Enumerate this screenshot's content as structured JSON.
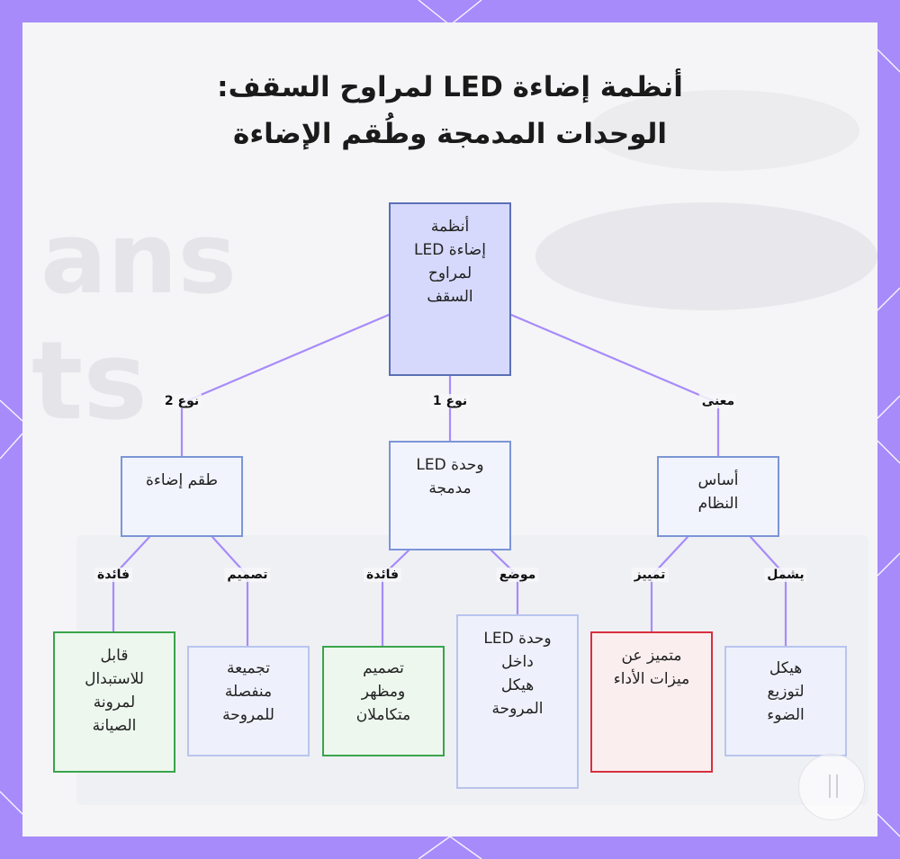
{
  "title": {
    "line1": "أنظمة إضاءة LED لمراوح السقف:",
    "line2": "الوحدات المدمجة وطُقم الإضاءة"
  },
  "nodes": {
    "root": [
      "أنظمة",
      "إضاءة LED",
      "لمراوح",
      "السقف"
    ],
    "basis": [
      "أساس",
      "النظام"
    ],
    "integrated": [
      "وحدة LED",
      "مدمجة"
    ],
    "kit": [
      "طقم إضاءة"
    ],
    "frame": [
      "هيكل",
      "لتوزيع",
      "الضوء"
    ],
    "distinct": [
      "متميز عن",
      "ميزات الأداء"
    ],
    "inside": [
      "وحدة LED",
      "داخل",
      "هيكل",
      "المروحة"
    ],
    "design_integrated": [
      "تصميم",
      "ومظهر",
      "متكاملان"
    ],
    "separate": [
      "تجميعة",
      "منفصلة",
      "للمروحة"
    ],
    "replaceable": [
      "قابل",
      "للاستبدال",
      "لمرونة",
      "الصيانة"
    ]
  },
  "edge_labels": {
    "meaning": "معنى",
    "type1": "نوع 1",
    "type2": "نوع 2",
    "includes": "يشمل",
    "distinction": "تمييز",
    "position": "موضع",
    "benefit_integrated": "فائدة",
    "design": "تصميم",
    "benefit_kit": "فائدة"
  },
  "colors": {
    "frame": "#a78bfa",
    "card": "#f7f7f9",
    "edge": "#a78bfa",
    "root_fill": "#d6d9fb",
    "green_border": "#3aa44b",
    "red_border": "#d6303f"
  }
}
